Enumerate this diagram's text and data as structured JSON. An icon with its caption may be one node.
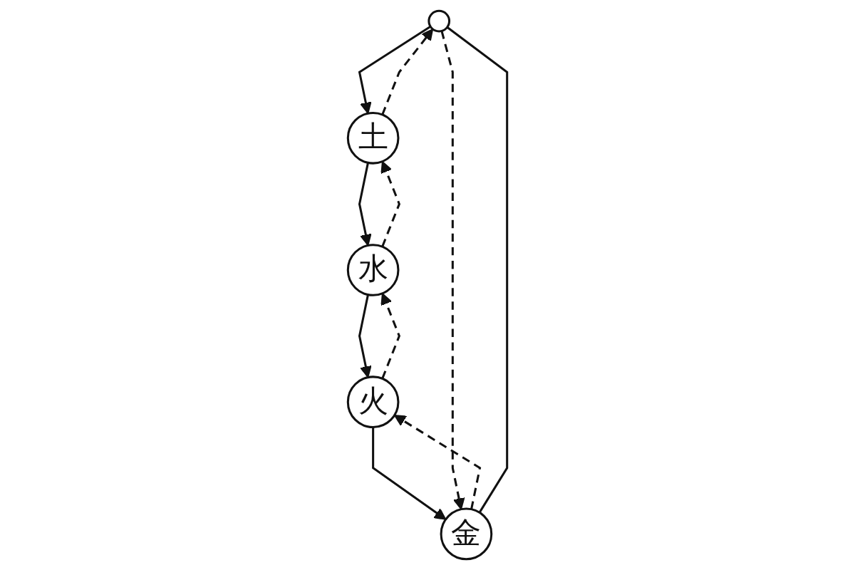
{
  "diagram": {
    "nodes": [
      {
        "text": [],
        "shape": "circle"
      },
      {
        "text": [
          "水"
        ]
      },
      {
        "text": [
          "火"
        ]
      },
      {
        "text": [
          "金"
        ]
      },
      {
        "text": [
          "土"
        ]
      }
    ],
    "edges": [
      {
        "from": 1,
        "to": 2,
        "arrow": "to"
      },
      {
        "from": 2,
        "to": 1,
        "arrow": "to",
        "style": "dashed"
      },
      {
        "from": 0,
        "to": 4,
        "arrow": "to"
      },
      {
        "from": 4,
        "to": 0,
        "arrow": "to",
        "style": "dashed"
      },
      {
        "from": 4,
        "to": 1,
        "arrow": "to"
      },
      {
        "from": 1,
        "to": 4,
        "arrow": "to",
        "style": "dashed"
      },
      {
        "from": 2,
        "to": 3,
        "arrow": "to"
      },
      {
        "from": 3,
        "to": 2,
        "arrow": "to",
        "style": "dashed"
      },
      {
        "from": 3,
        "to": 0,
        "arrow": "none"
      },
      {
        "from": 0,
        "to": 3,
        "arrow": "to",
        "style": "dashed"
      }
    ]
  }
}
